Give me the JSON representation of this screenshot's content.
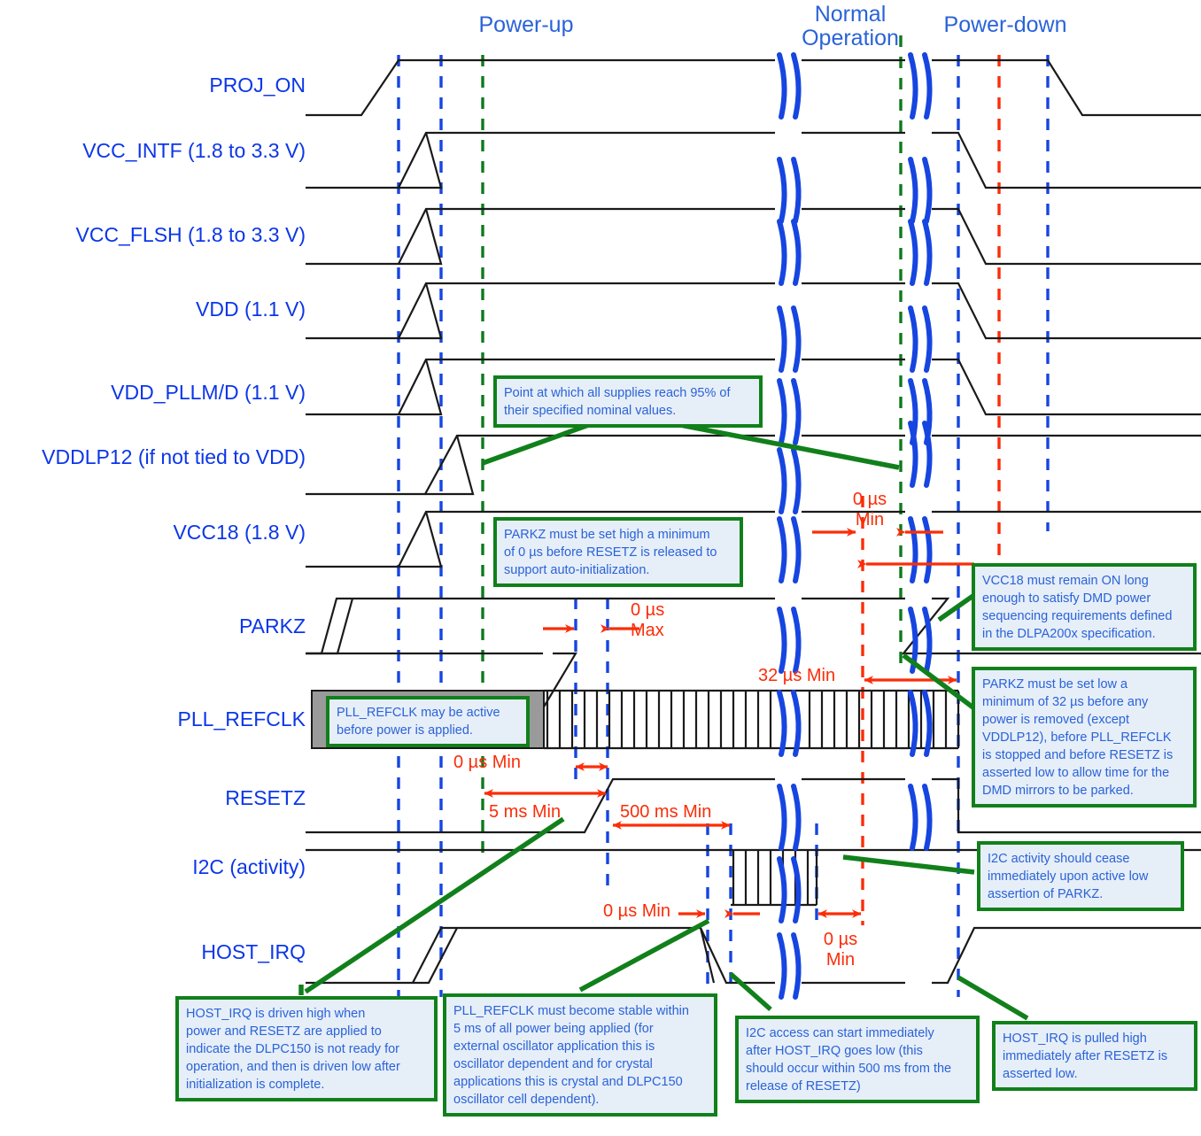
{
  "title": "DLPC150 Power-up and Power-down Timing",
  "colors": {
    "signal_label": "#0b36e8",
    "phase_label": "#2a63d8",
    "waveform": "#1a1a1a",
    "callout_border": "#11801b",
    "callout_fill": "#e6eef8",
    "callout_text": "#2a63d8",
    "annotation_red": "#fb2d08",
    "guide_blue": "#1645e0",
    "guide_green": "#0d7a1c",
    "break_blue": "#1645e0",
    "refclk_band_gray": "#9a9a9a"
  },
  "phases": [
    {
      "id": "power-up",
      "label": "Power-up"
    },
    {
      "id": "normal-operation",
      "label": "Normal\nOperation",
      "line1": "Normal",
      "line2": "Operation"
    },
    {
      "id": "power-down",
      "label": "Power-down"
    }
  ],
  "signals": [
    {
      "id": "proj_on",
      "label": "PROJ_ON"
    },
    {
      "id": "vcc_intf",
      "label": "VCC_INTF  (1.8 to 3.3 V)"
    },
    {
      "id": "vcc_flsh",
      "label": "VCC_FLSH (1.8 to 3.3 V)"
    },
    {
      "id": "vdd",
      "label": "VDD (1.1 V)"
    },
    {
      "id": "vdd_pllm_d",
      "label": "VDD_PLLM/D (1.1 V)"
    },
    {
      "id": "vddlp12",
      "label": "VDDLP12 (if not tied to VDD)"
    },
    {
      "id": "vcc18",
      "label": "VCC18 (1.8 V)"
    },
    {
      "id": "parkz",
      "label": "PARKZ"
    },
    {
      "id": "pll_refclk",
      "label": "PLL_REFCLK"
    },
    {
      "id": "resetz",
      "label": "RESETZ"
    },
    {
      "id": "i2c",
      "label": "I2C (activity)"
    },
    {
      "id": "host_irq",
      "label": "HOST_IRQ"
    }
  ],
  "annotations": [
    {
      "id": "parkz-before-resetz-max",
      "line1": "0 µs",
      "line2": "Max"
    },
    {
      "id": "vcc18-parkz-min",
      "line1": "0 µs",
      "line2": "Min"
    },
    {
      "id": "resetz-after-power-min",
      "text": "0 µs Min"
    },
    {
      "id": "refclk-stable-5ms",
      "text": "5 ms Min"
    },
    {
      "id": "host-irq-500ms",
      "text": "500 ms Min"
    },
    {
      "id": "parkz-low-32us",
      "text": "32 µs Min"
    },
    {
      "id": "i2c-start-min",
      "text": "0 µs Min"
    },
    {
      "id": "i2c-cease-min",
      "line1": "0 µs",
      "line2": "Min"
    }
  ],
  "callouts": [
    {
      "id": "supplies-95pct",
      "lines": [
        "Point at which all supplies reach 95% of",
        "their specified nominal values."
      ]
    },
    {
      "id": "parkz-high-before-resetz",
      "lines": [
        "PARKZ must be set high a minimum",
        "of 0 µs before RESETZ is released to",
        "support auto-initialization."
      ]
    },
    {
      "id": "refclk-may-be-active",
      "lines": [
        "PLL_REFCLK may be active",
        "before power is applied."
      ]
    },
    {
      "id": "vcc18-remain-on",
      "lines": [
        "VCC18 must remain ON long",
        "enough to satisfy DMD power",
        "sequencing requirements defined",
        "in the DLPA200x specification."
      ]
    },
    {
      "id": "parkz-low-32us-detail",
      "lines": [
        "PARKZ must be set low a",
        "minimum of 32 µs before any",
        "power is removed  (except",
        "VDDLP12), before PLL_REFCLK",
        "is stopped and before RESETZ is",
        "asserted low to allow time for the",
        "DMD mirrors to be parked."
      ]
    },
    {
      "id": "i2c-cease",
      "lines": [
        "I2C activity should cease",
        "immediately upon  active low",
        "assertion of PARKZ."
      ]
    },
    {
      "id": "host-irq-driven-high",
      "lines": [
        "HOST_IRQ is driven high when",
        "power and RESETZ are applied to",
        "indicate the DLPC150 is not ready for",
        "operation, and then is driven low after",
        "initialization is complete."
      ]
    },
    {
      "id": "refclk-stable-5ms-detail",
      "lines": [
        "PLL_REFCLK must become stable within",
        "5 ms of all power being applied (for",
        "external oscillator application this is",
        "oscillator dependent and for crystal",
        "applications this is crystal and DLPC150",
        "oscillator cell dependent)."
      ]
    },
    {
      "id": "i2c-access-start",
      "lines": [
        "I2C access can start immediately",
        "after HOST_IRQ goes low (this",
        "should occur within 500 ms from the",
        "release of RESETZ)"
      ]
    },
    {
      "id": "host-irq-pulled-high",
      "lines": [
        "HOST_IRQ is pulled high",
        "immediately after RESETZ is",
        "asserted low."
      ]
    }
  ]
}
